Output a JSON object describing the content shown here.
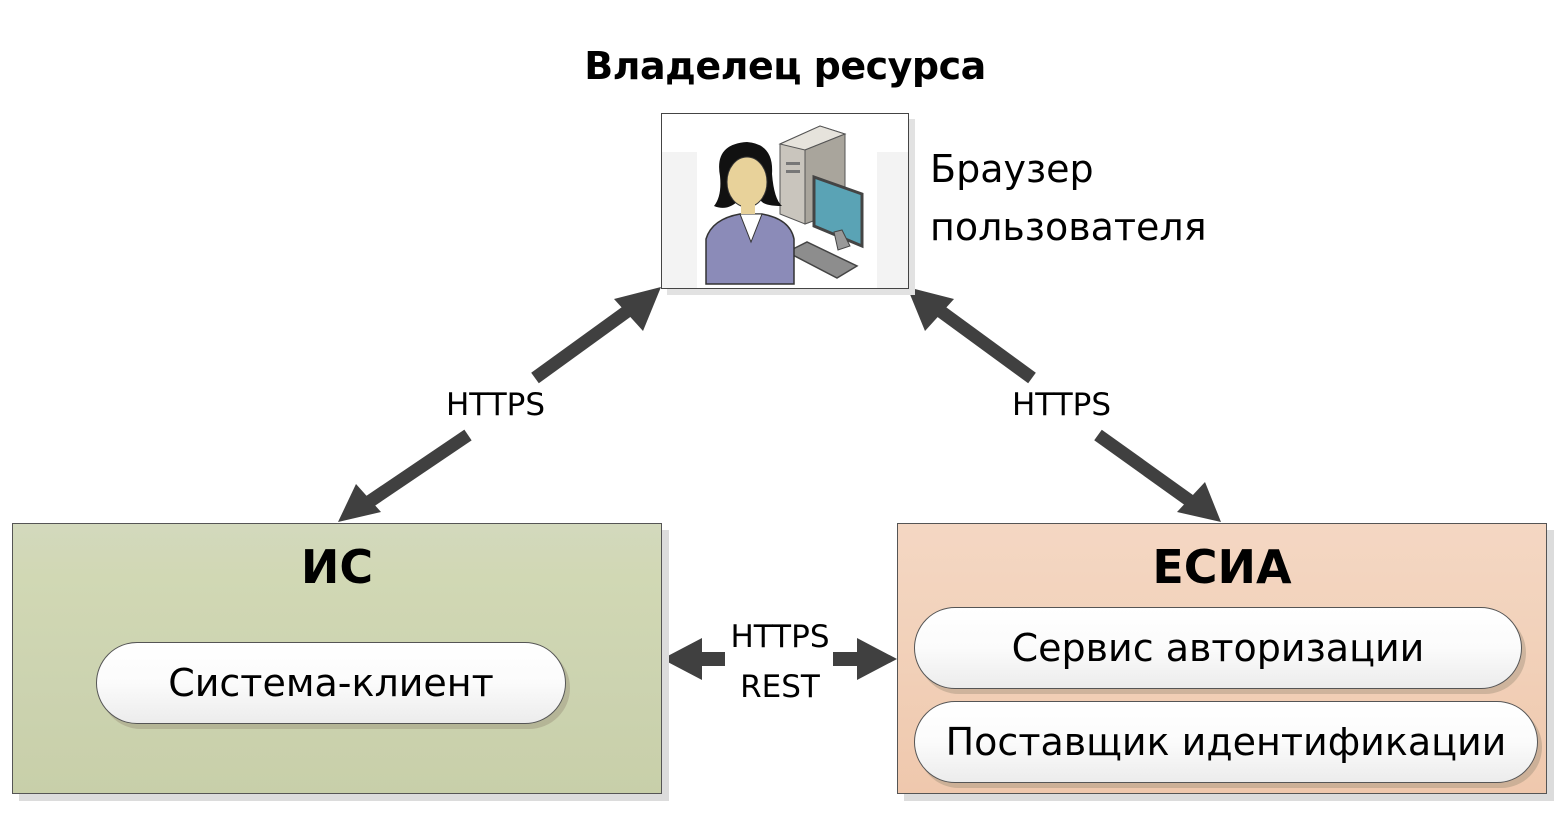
{
  "diagram": {
    "top_node": {
      "title": "Владелец ресурса",
      "label_line1": "Браузер",
      "label_line2": "пользователя",
      "icon": "user-with-computer-icon"
    },
    "left_node": {
      "title": "ИС",
      "components": [
        "Система-клиент"
      ],
      "fill_color": "#cfd6b3"
    },
    "right_node": {
      "title": "ЕСИА",
      "components": [
        "Сервис авторизации",
        "Поставщик идентификации"
      ],
      "fill_color": "#f2d0b8"
    },
    "connections": [
      {
        "from": "Владелец ресурса",
        "to": "ИС",
        "label": "HTTPS",
        "direction": "bidirectional"
      },
      {
        "from": "Владелец ресурса",
        "to": "ЕСИА",
        "label": "HTTPS",
        "direction": "bidirectional"
      },
      {
        "from": "ИС",
        "to": "ЕСИА",
        "label_line1": "HTTPS",
        "label_line2": "REST",
        "direction": "bidirectional"
      }
    ],
    "arrow_color": "#404040"
  }
}
